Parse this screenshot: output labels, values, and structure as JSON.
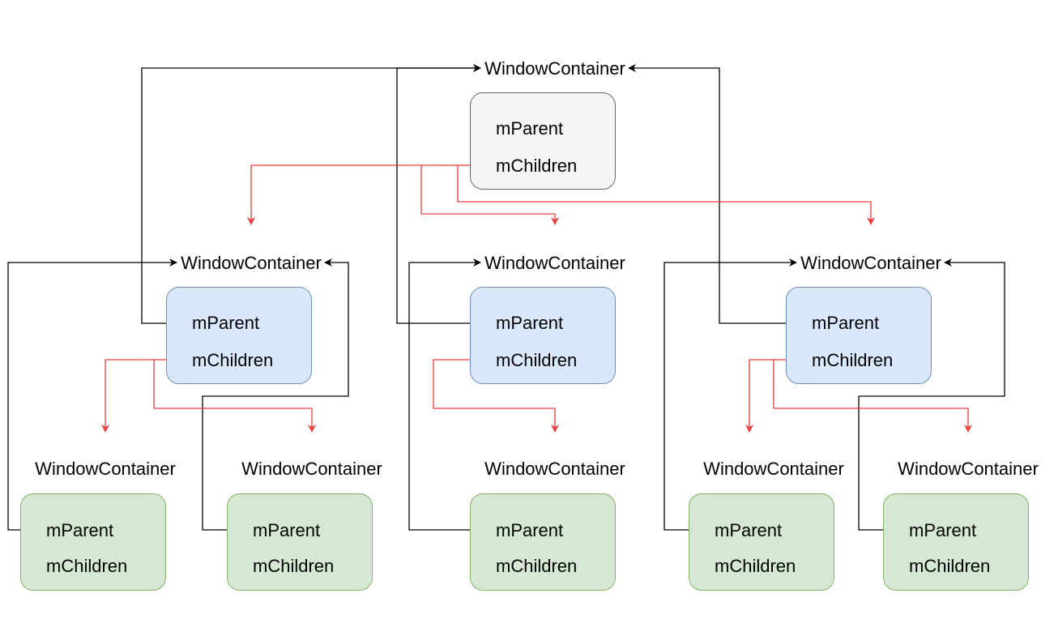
{
  "nodes": [
    {
      "id": "root",
      "level": "root",
      "title": "WindowContainer",
      "fields": {
        "parent": "mParent",
        "children": "mChildren"
      }
    },
    {
      "id": "mid-left",
      "level": "mid",
      "title": "WindowContainer",
      "fields": {
        "parent": "mParent",
        "children": "mChildren"
      }
    },
    {
      "id": "mid-center",
      "level": "mid",
      "title": "WindowContainer",
      "fields": {
        "parent": "mParent",
        "children": "mChildren"
      }
    },
    {
      "id": "mid-right",
      "level": "mid",
      "title": "WindowContainer",
      "fields": {
        "parent": "mParent",
        "children": "mChildren"
      }
    },
    {
      "id": "leaf-1",
      "level": "leaf",
      "title": "WindowContainer",
      "fields": {
        "parent": "mParent",
        "children": "mChildren"
      }
    },
    {
      "id": "leaf-2",
      "level": "leaf",
      "title": "WindowContainer",
      "fields": {
        "parent": "mParent",
        "children": "mChildren"
      }
    },
    {
      "id": "leaf-3",
      "level": "leaf",
      "title": "WindowContainer",
      "fields": {
        "parent": "mParent",
        "children": "mChildren"
      }
    },
    {
      "id": "leaf-4",
      "level": "leaf",
      "title": "WindowContainer",
      "fields": {
        "parent": "mParent",
        "children": "mChildren"
      }
    },
    {
      "id": "leaf-5",
      "level": "leaf",
      "title": "WindowContainer",
      "fields": {
        "parent": "mParent",
        "children": "mChildren"
      }
    }
  ],
  "colors": {
    "parent_edge": "#000000",
    "children_edge": "#ef3b3b",
    "root_fill": "#f5f5f5",
    "root_stroke": "#666666",
    "mid_fill": "#dae8fc",
    "mid_stroke": "#6c8ebf",
    "leaf_fill": "#d5e8d4",
    "leaf_stroke": "#82b366"
  }
}
